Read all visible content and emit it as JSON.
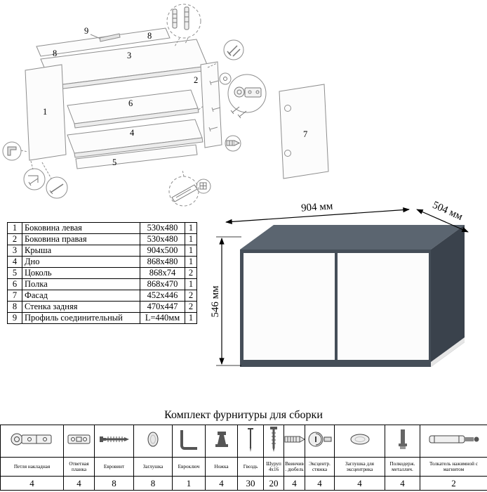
{
  "diagram": {
    "labels": {
      "p1": "1",
      "p2": "2",
      "p3": "3",
      "p4": "4",
      "p5": "5",
      "p6": "6",
      "p7": "7",
      "p8a": "8",
      "p8b": "8",
      "p9": "9"
    }
  },
  "parts_table": {
    "rows": [
      {
        "num": "1",
        "name": "Боковина левая",
        "size": "530x480",
        "qty": "1"
      },
      {
        "num": "2",
        "name": "Боковина правая",
        "size": "530x480",
        "qty": "1"
      },
      {
        "num": "3",
        "name": "Крыша",
        "size": "904x500",
        "qty": "1"
      },
      {
        "num": "4",
        "name": "Дно",
        "size": "868x480",
        "qty": "1"
      },
      {
        "num": "5",
        "name": "Цоколь",
        "size": "868x74",
        "qty": "2"
      },
      {
        "num": "6",
        "name": "Полка",
        "size": "868x470",
        "qty": "1"
      },
      {
        "num": "7",
        "name": "Фасад",
        "size": "452x446",
        "qty": "2"
      },
      {
        "num": "8",
        "name": "Стенка задняя",
        "size": "470x447",
        "qty": "2"
      },
      {
        "num": "9",
        "name": "Профиль соединительный",
        "size": "L=440мм",
        "qty": "1"
      }
    ]
  },
  "render": {
    "width_label": "904 мм",
    "depth_label": "504 мм",
    "height_label": "546 мм"
  },
  "hardware": {
    "title": "Комплект фурнитуры для сборки",
    "items": [
      {
        "name": "Петля накладная",
        "qty": "4",
        "icon": "hinge-icon"
      },
      {
        "name": "Ответная планка",
        "qty": "4",
        "icon": "strike-plate-icon"
      },
      {
        "name": "Евровинт",
        "qty": "8",
        "icon": "euroscrew-icon"
      },
      {
        "name": "Заглушка",
        "qty": "8",
        "icon": "cap-icon"
      },
      {
        "name": "Евроключ",
        "qty": "1",
        "icon": "hex-key-icon"
      },
      {
        "name": "Ножка",
        "qty": "4",
        "icon": "foot-icon"
      },
      {
        "name": "Гвоздь",
        "qty": "30",
        "icon": "nail-icon"
      },
      {
        "name": "Шуруп 4х16",
        "qty": "20",
        "icon": "screw-icon"
      },
      {
        "name": "Ввинчив. дюбель",
        "qty": "4",
        "icon": "dowel-icon"
      },
      {
        "name": "Эксцентр. стяжка",
        "qty": "4",
        "icon": "cam-icon"
      },
      {
        "name": "Заглушка для эксцентрика",
        "qty": "4",
        "icon": "cam-cap-icon"
      },
      {
        "name": "Полкодерж. металлич.",
        "qty": "4",
        "icon": "shelf-support-icon"
      },
      {
        "name": "Толкатель нажимной с магнитом",
        "qty": "2",
        "icon": "push-latch-icon"
      }
    ]
  },
  "colors": {
    "cabinet_top": "#5b6570",
    "cabinet_front": "#454e58",
    "cabinet_side": "#3a424c",
    "door": "#fcfcfc",
    "diagram_line": "#8e8e8e"
  }
}
